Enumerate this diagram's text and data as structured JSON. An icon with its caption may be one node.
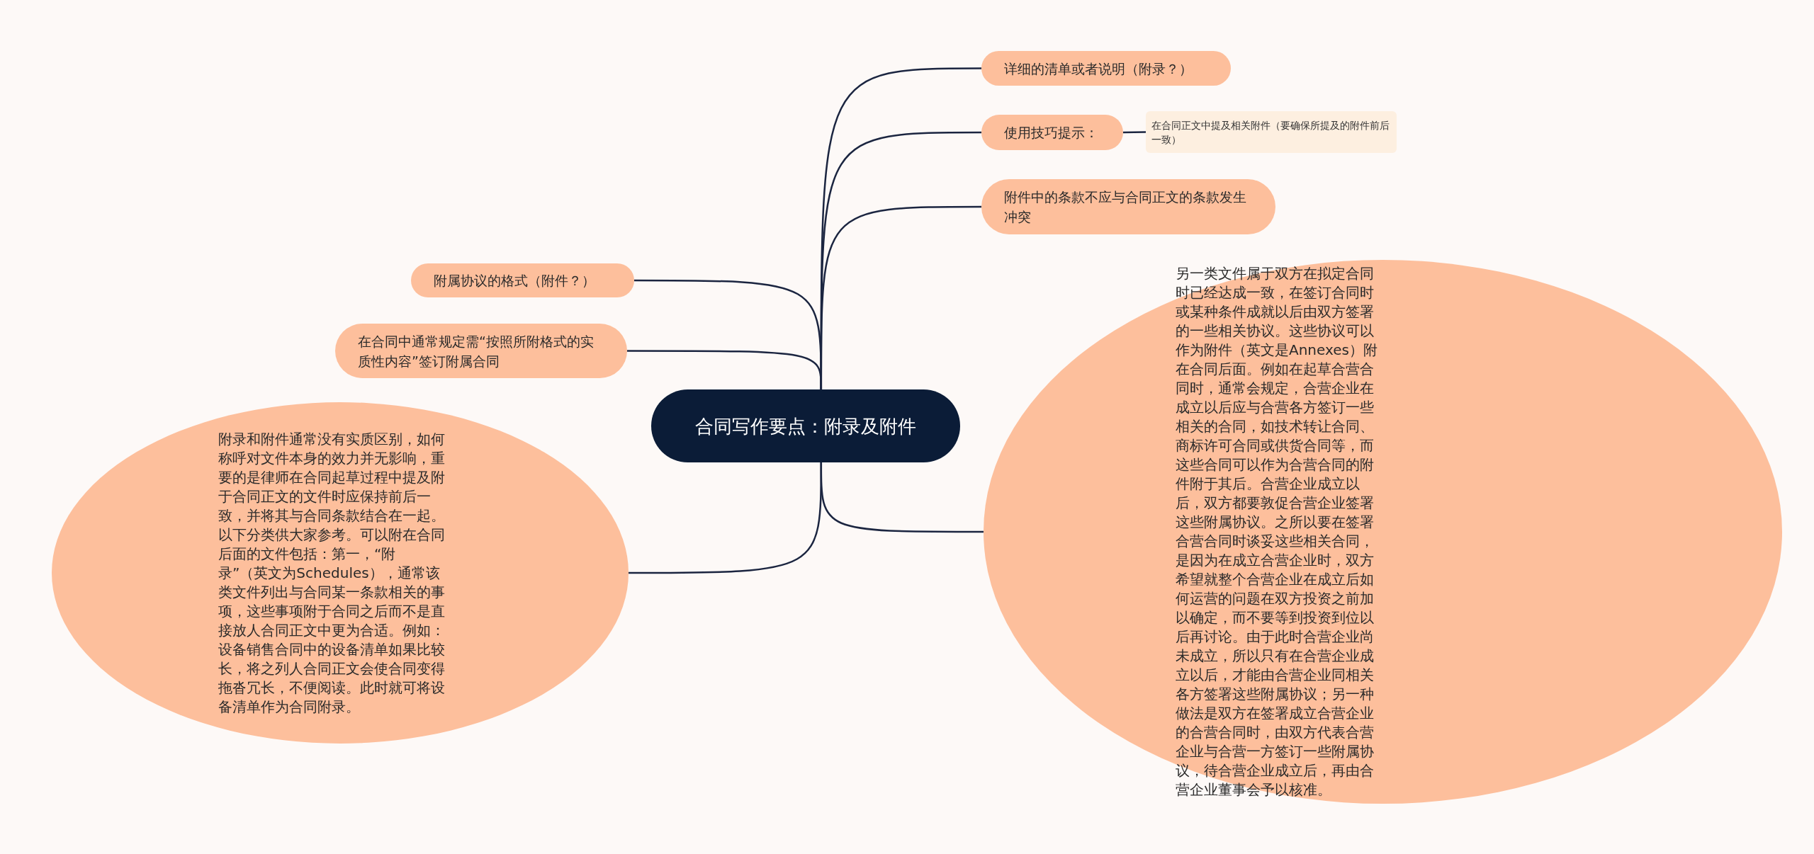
{
  "diagram": {
    "nodes": [
      {
        "text": [
          "合同写作要点：附录及附件"
        ]
      },
      {
        "text": [
          "详细的清单或者说明（附录？）"
        ]
      },
      {
        "text": [
          "使用技巧提示："
        ]
      },
      {
        "text": [
          "在合同正文中提及相关附件（要确保所提及的附件前后一致）"
        ]
      },
      {
        "text": [
          "附件中的条款不应与合同正文的条款发生冲突"
        ]
      },
      {
        "text": [
          "另一类文件属于双方在拟定合同时已经达成一致，在签订合同时或某种条件成就以后由双方签署的一些相关协议。这些协议可以作为附件（英文是Annexes）附在合同后面。例如在起草合营合同时，通常会规定，合营企业在成立以后应与合营各方签订一些相关的合同，如技术转让合同、商标许可合同或供货合同等，而这些合同可以作为合营合同的附件附于其后。合营企业成立以后，双方都要敦促合营企业签署这些附属协议。之所以要在签署合营合同时谈妥这些相关合同，是因为在成立合营企业时，双方希望就整个合营企业在成立后如何运营的问题在双方投资之前加以确定，而不要等到投资到位以后再讨论。由于此时合营企业尚未成立，所以只有在合营企业成立以后，才能由合营企业同相关各方签署这些附属协议；另一种做法是双方在签署成立合营企业的合营合同时，由双方代表合营企业与合营一方签订一些附属协议，待合营企业成立后，再由合营企业董事会予以核准。"
        ]
      },
      {
        "text": [
          "附属协议的格式（附件？）"
        ]
      },
      {
        "text": [
          "在合同中通常规定需“按照所附格式的实质性内容”签订附属合同"
        ]
      },
      {
        "text": [
          "附录和附件通常没有实质区别，如何称呼对文件本身的效力并无影响，重要的是律师在合同起草过程中提及附于合同正文的文件时应保持前后一致，并将其与合同条款结合在一起。以下分类供大家参考。可以附在合同后面的文件包括：第一，“附录”（英文为Schedules），通常该类文件列出与合同某一条款相关的事项，这些事项附于合同之后而不是直接放人合同正文中更为合适。例如：设备销售合同中的设备清单如果比较长，将之列人合同正文会使合同变得拖沓冗长，不便阅读。此时就可将设备清单作为合同附录。"
        ]
      }
    ],
    "edges": [
      {
        "from": 0,
        "to": 1,
        "arrow": "none"
      },
      {
        "from": 0,
        "to": 2,
        "arrow": "none"
      },
      {
        "from": 2,
        "to": 3,
        "arrow": "none"
      },
      {
        "from": 0,
        "to": 4,
        "arrow": "none"
      },
      {
        "from": 0,
        "to": 5,
        "arrow": "none"
      },
      {
        "from": 0,
        "to": 6,
        "arrow": "none"
      },
      {
        "from": 0,
        "to": 7,
        "arrow": "none"
      },
      {
        "from": 0,
        "to": 8,
        "arrow": "none"
      }
    ]
  }
}
